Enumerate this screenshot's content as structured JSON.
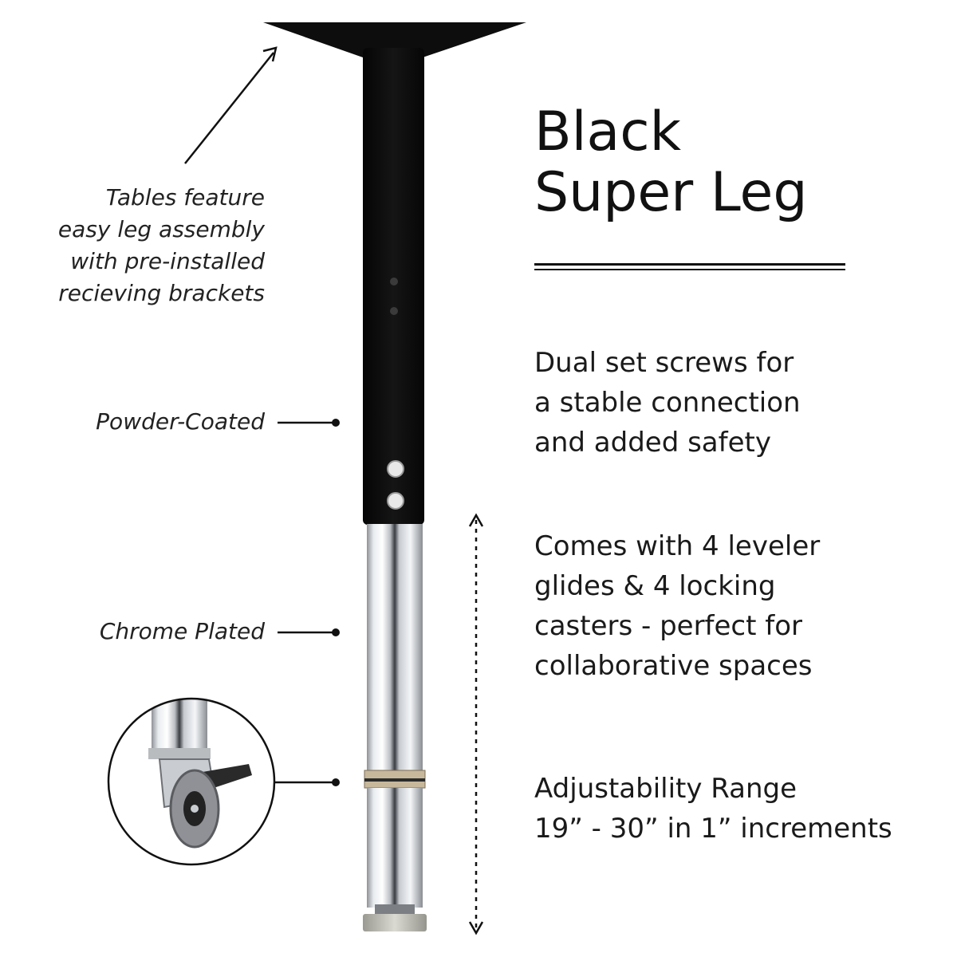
{
  "title": {
    "lines": [
      "Black",
      "Super Leg"
    ]
  },
  "annotations": {
    "assembly": [
      "Tables feature",
      "easy leg assembly",
      "with pre-installed",
      "recieving brackets"
    ],
    "powder": "Powder-Coated",
    "chrome": "Chrome Plated"
  },
  "features": {
    "screws": [
      "Dual set screws for",
      "a stable connection",
      "and added safety"
    ],
    "glides": [
      "Comes with 4 leveler",
      "glides & 4 locking",
      "casters - perfect for",
      "collaborative spaces"
    ],
    "range": [
      "Adjustability Range",
      "19” - 30” in 1” increments"
    ]
  },
  "colors": {
    "leg_black": "#111111",
    "chrome": "#c9ccd1",
    "text": "#111111"
  },
  "icons": {
    "arrow": "arrow-pointer-icon",
    "caster": "caster-wheel-icon",
    "range": "double-arrow-dotted-icon"
  }
}
